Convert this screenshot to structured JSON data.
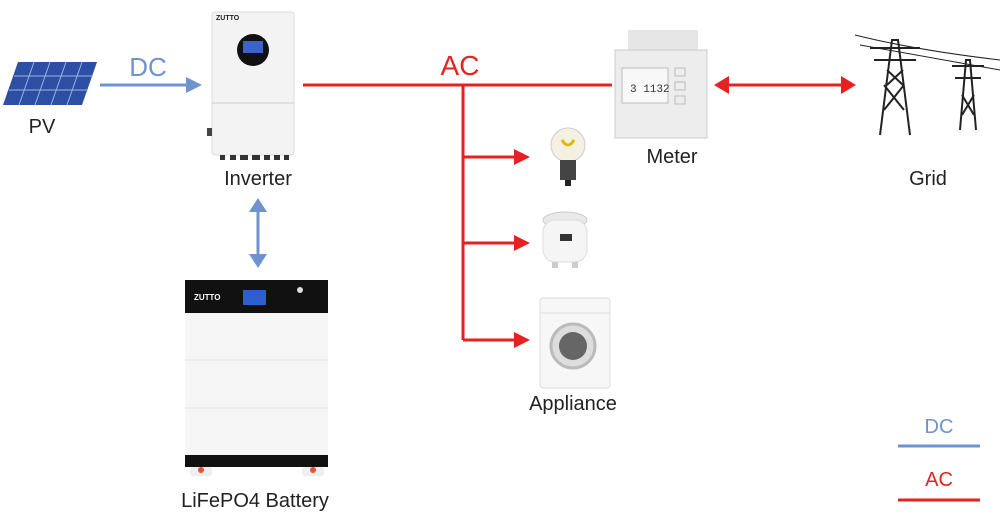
{
  "colors": {
    "dc": "#6f93d0",
    "ac": "#e52222"
  },
  "labels": {
    "pv": "PV",
    "inverter": "Inverter",
    "battery": "LiFePO4 Battery",
    "meter": "Meter",
    "grid": "Grid",
    "appliance": "Appliance",
    "dc_line": "DC",
    "ac_line": "AC"
  },
  "brand": {
    "inverter": "ZUTTO",
    "battery": "ZUTTO"
  },
  "legend": {
    "dc": "DC",
    "ac": "AC"
  },
  "icons": [
    "solar-panel-icon",
    "inverter-icon",
    "battery-icon",
    "meter-icon",
    "power-tower-icon",
    "light-bulb-icon",
    "rice-cooker-icon",
    "washing-machine-icon"
  ]
}
